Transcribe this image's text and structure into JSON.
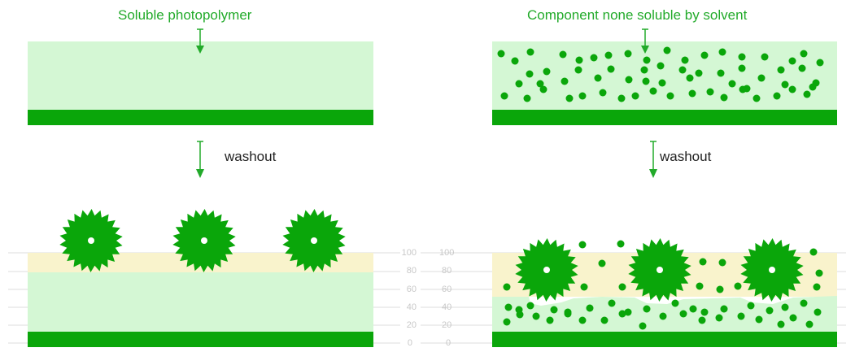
{
  "left_panel": {
    "title": "Soluble photopolymer",
    "washout_label": "washout"
  },
  "right_panel": {
    "title": "Component none soluble by solvent",
    "washout_label": "washout"
  },
  "scale": {
    "ticks": [
      "100",
      "80",
      "60",
      "40",
      "20",
      "0"
    ]
  },
  "colors": {
    "dark_green": "#0aa60a",
    "light_green": "#d4f7d4",
    "cream": "#f9f3cc",
    "title_green": "#22aa2a",
    "grid_gray": "#dddddd"
  },
  "icons": {
    "cutter": "saw-blade-icon",
    "arrow": "down-arrow-icon",
    "particle": "particle-icon"
  }
}
